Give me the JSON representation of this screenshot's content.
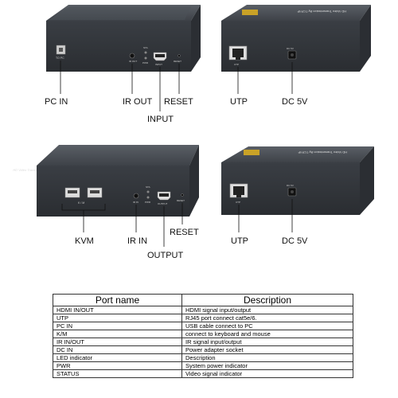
{
  "units": [
    {
      "id": "tx-front",
      "ports": [
        {
          "label": "TO PC",
          "icon": "usb-b-port-icon"
        }
      ],
      "ports_right": [
        {
          "label": "IR OUT"
        },
        {
          "label": "PWR"
        },
        {
          "label": "INPUT"
        },
        {
          "label": "RESET"
        }
      ],
      "led_label": "STA",
      "callouts": [
        "PC IN",
        "IR OUT",
        "RESET",
        "INPUT"
      ]
    },
    {
      "id": "tx-back",
      "ports": [
        {
          "label": "UTP"
        },
        {
          "label": "DC 5V"
        }
      ],
      "callouts": [
        "UTP",
        "DC 5V"
      ]
    },
    {
      "id": "rx-front",
      "ports": [
        {
          "label": "K / M"
        },
        {
          "label": "IR IN"
        },
        {
          "label": "PWR"
        },
        {
          "label": "OUTPUT"
        },
        {
          "label": "RESET"
        }
      ],
      "led_label": "STA",
      "callouts": [
        "KVM",
        "IR IN",
        "RESET",
        "OUTPUT"
      ]
    },
    {
      "id": "rx-back",
      "ports": [
        {
          "label": "UTP"
        },
        {
          "label": "DC 5V"
        }
      ],
      "callouts": [
        "UTP",
        "DC 5V"
      ]
    }
  ],
  "table": {
    "headers": [
      "Port name",
      "Description"
    ],
    "rows": [
      [
        "HDMI IN/OUT",
        "HDMI signal input/output"
      ],
      [
        "UTP",
        "RJ45 port connect cat5e/6."
      ],
      [
        "PC IN",
        "USB cable connect to PC"
      ],
      [
        "K/M",
        "connect to keyboard and mouse"
      ],
      [
        "IR IN/OUT",
        "IR signal input/output"
      ],
      [
        "DC IN",
        "Power adapter socket"
      ],
      [
        "LED indicator",
        "Description"
      ],
      [
        "PWR",
        "System power indicator"
      ],
      [
        "STATUS",
        "Video signal indicator"
      ]
    ]
  },
  "colors": {
    "device_body": "#3b3f45",
    "device_top": "#4a4f56",
    "panel_stripe": "#c9a227",
    "callout_line": "#111111"
  }
}
